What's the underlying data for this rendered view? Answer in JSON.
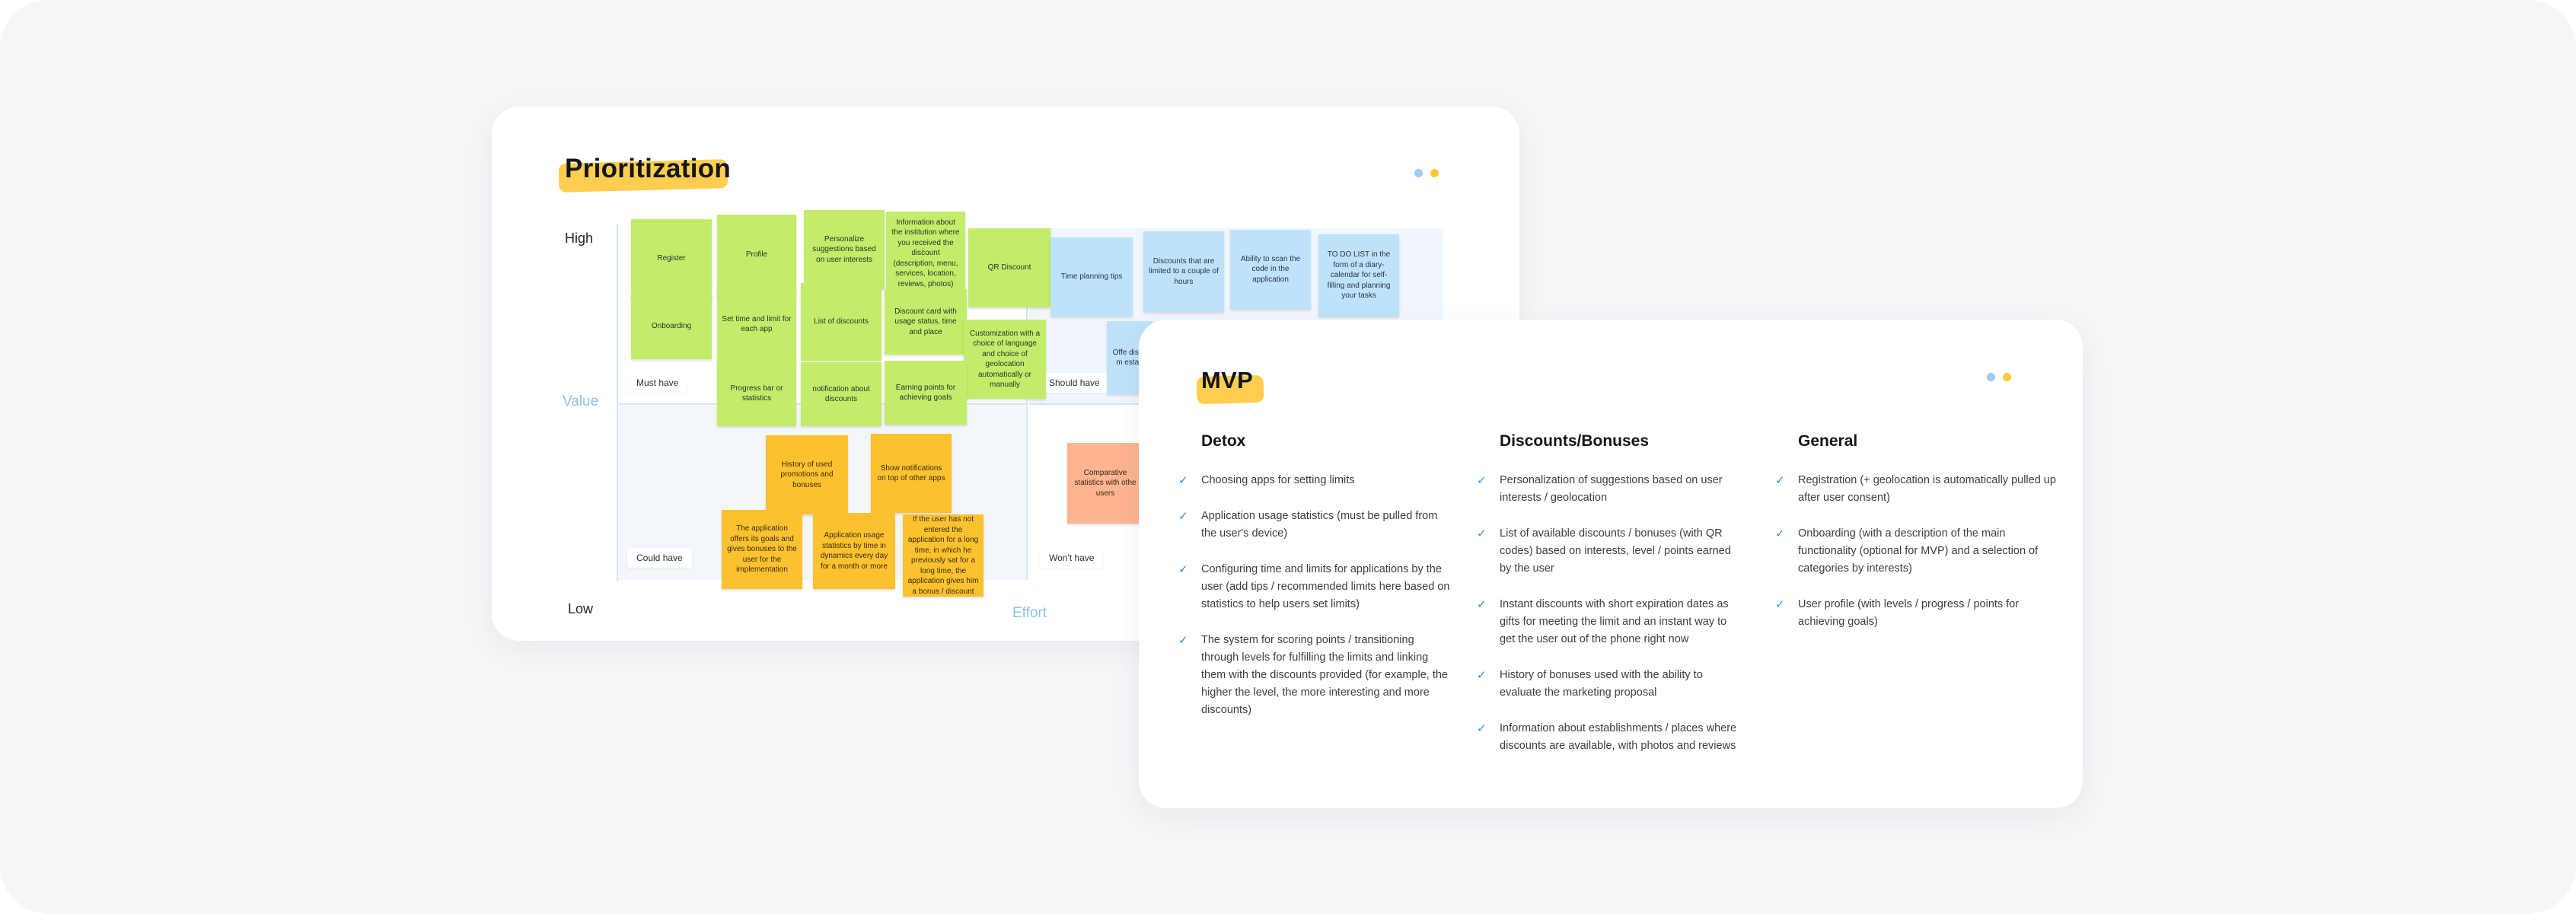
{
  "prioritization": {
    "title": "Prioritization",
    "axis": {
      "high": "High",
      "low": "Low",
      "value": "Value",
      "effort": "Effort"
    },
    "quadrants": {
      "must_have": "Must have",
      "should_have": "Should have",
      "could_have": "Could have",
      "wont_have": "Won't have"
    },
    "stickies": {
      "register": "Register",
      "profile": "Profile",
      "personalize": "Personalize suggestions based on user interests",
      "institution_info": "Information about the institution where you received the discount (description, menu, services, location, reviews, photos)",
      "qr_discount": "QR Discount",
      "onboarding": "Onboarding",
      "set_time": "Set time and limit for each app",
      "list_discounts": "List of discounts",
      "discount_card": "Discount card with usage status, time and place",
      "customization": "Customization with a choice of language and choice of geolocation automatically or manually",
      "progress_bar": "Progress bar or statistics",
      "notif_discounts": "notification about discounts",
      "earning_points": "Earning points for achieving goals",
      "time_planning": "Time planning tips",
      "limited_discounts": "Discounts that are limited to a couple of hours",
      "scan_code": "Ability to scan the code in the application",
      "todo_list": "TO DO LIST in the form of a diary-calendar for self-filling and planning your tasks",
      "offer_partial": "Offe disco m estab",
      "history_promos": "History of used promotions and bonuses",
      "show_notifs": "Show notifications on top of other apps",
      "app_offers": "The application offers its goals and gives bonuses to the user for the implementation",
      "usage_stats": "Application usage statistics by time in dynamics every day for a month or more",
      "not_entered": "If the user has not entered the application for a long time, in which he previously sat for a long time, the application gives him a bonus / discount",
      "comparative": "Comparative statistics with othe users"
    }
  },
  "mvp": {
    "title": "MVP",
    "columns": [
      {
        "heading": "Detox",
        "items": [
          "Choosing apps for setting limits",
          "Application usage statistics (must be pulled from the user's device)",
          "Configuring time and limits for applications by the user (add tips / recommended limits here based on statistics to help users set limits)",
          "The system for scoring points / transitioning through levels for fulfilling the limits and linking them with the discounts provided (for example, the higher the level, the more interesting and more discounts)"
        ]
      },
      {
        "heading": "Discounts/Bonuses",
        "items": [
          "Personalization of suggestions based on user interests / geolocation",
          "List of available discounts / bonuses (with QR codes) based on interests, level / points earned by the user",
          "Instant discounts with short expiration dates as gifts for meeting the limit and an instant way to get the user out of the phone right now",
          "History of bonuses used with the ability to evaluate the marketing proposal",
          "Information about establishments / places where discounts are available, with photos and reviews"
        ]
      },
      {
        "heading": "General",
        "items": [
          "Registration (+ geolocation is automatically pulled up after user consent)",
          "Onboarding (with a description of the main functionality (optional for MVP) and a selection of categories by interests)",
          "User profile (with levels / progress / points for achieving goals)"
        ]
      }
    ]
  },
  "icons": {
    "check": "check-icon",
    "dots": "window-dots-icon"
  },
  "colors": {
    "title_highlight": "#ffc940",
    "must_have_sticky": "#c3ec6a",
    "should_have_sticky": "#bfe2fb",
    "could_have_sticky": "#fbc12e",
    "wont_have_sticky": "#fdb48f",
    "check": "#2e8fd9",
    "axis_value": "#8cc1e6"
  }
}
